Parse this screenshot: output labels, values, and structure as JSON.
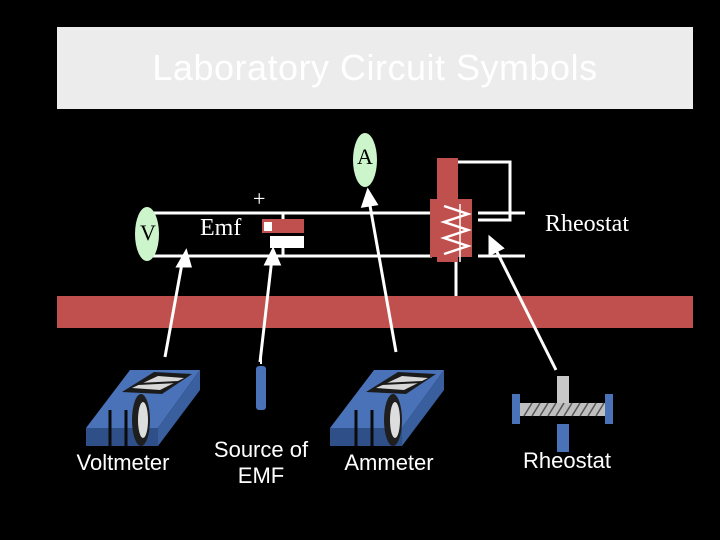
{
  "title": "Laboratory Circuit Symbols",
  "symbols": {
    "voltmeter_letter": "V",
    "ammeter_letter": "A",
    "emf_label": "Emf",
    "emf_plus": "+",
    "rheostat_label": "Rheostat"
  },
  "devices": {
    "voltmeter": "Voltmeter",
    "source_line1": "Source of",
    "source_line2": "EMF",
    "ammeter": "Ammeter",
    "rheostat": "Rheostat"
  },
  "colors": {
    "background": "#000000",
    "title_bg": "#ececec",
    "accent_red": "#c0504d",
    "meter_green": "#ccf5cc",
    "device_blue": "#4a72b8",
    "wire": "#ffffff"
  }
}
